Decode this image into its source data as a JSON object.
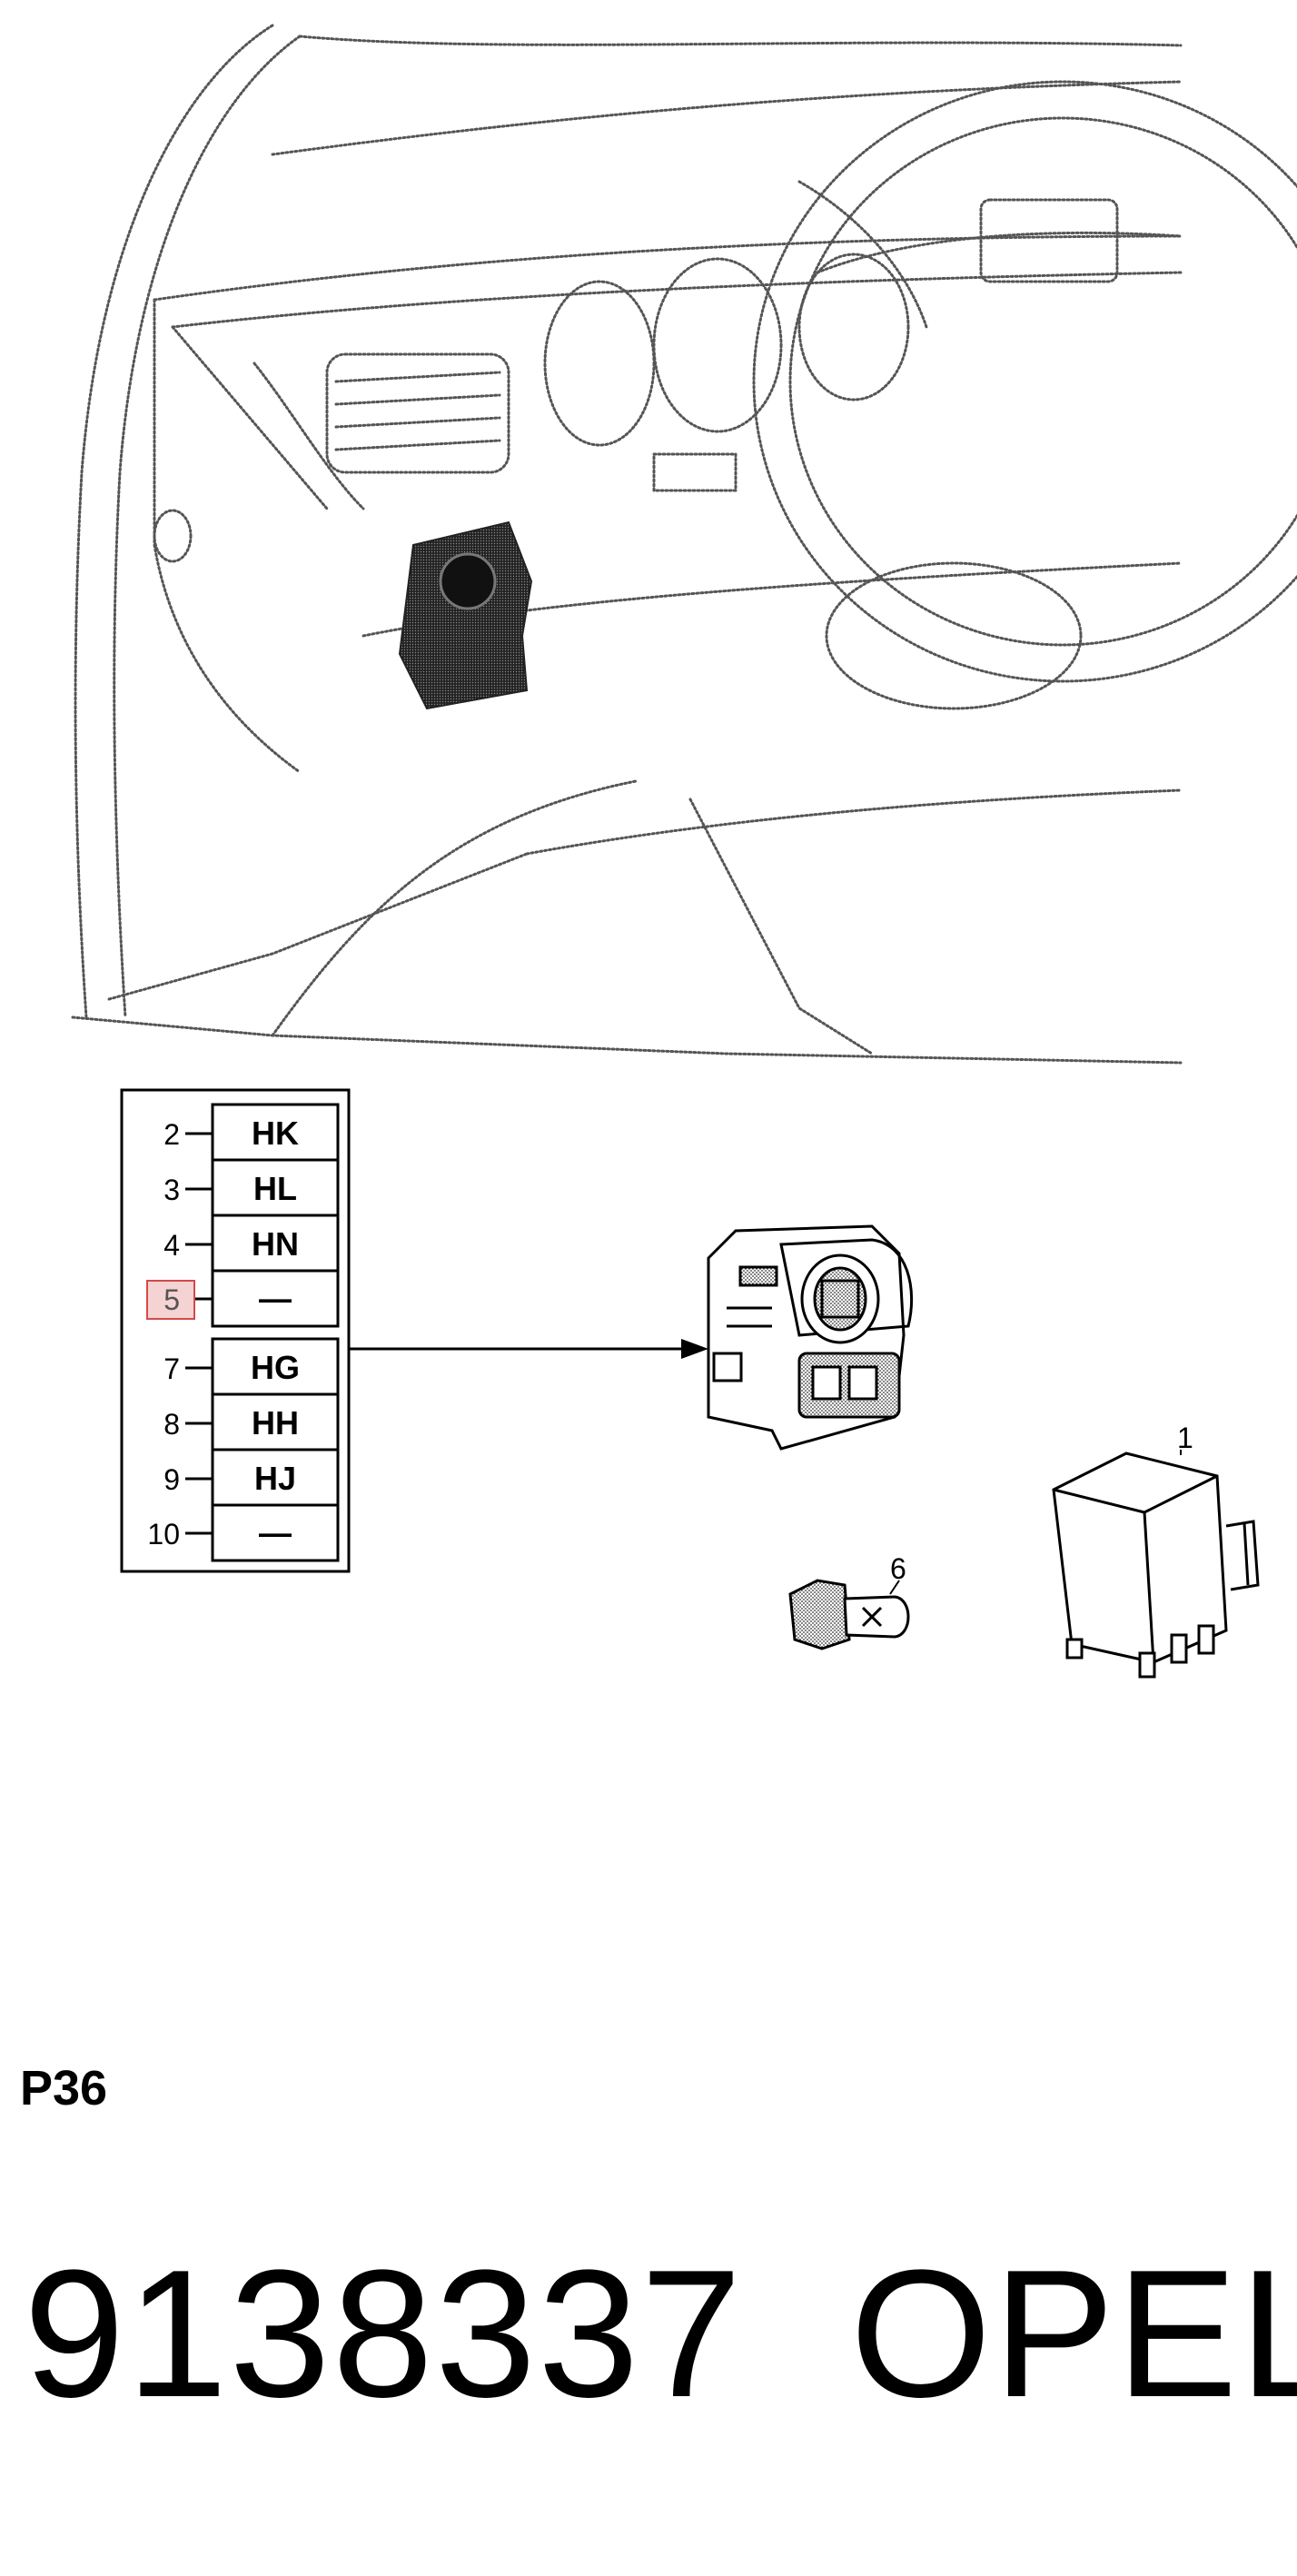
{
  "connector_table": {
    "rows": [
      {
        "pin": "2",
        "code": "HK",
        "highlighted": false
      },
      {
        "pin": "3",
        "code": "HL",
        "highlighted": false
      },
      {
        "pin": "4",
        "code": "HN",
        "highlighted": false
      },
      {
        "pin": "5",
        "code": "—",
        "highlighted": true
      },
      {
        "pin": "7",
        "code": "HG",
        "highlighted": false
      },
      {
        "pin": "8",
        "code": "HH",
        "highlighted": false
      },
      {
        "pin": "9",
        "code": "HJ",
        "highlighted": false
      },
      {
        "pin": "10",
        "code": "—",
        "highlighted": false
      }
    ],
    "highlight_color": "#f2c4c4",
    "highlight_border": "#d24a4a"
  },
  "callouts": {
    "relay": "1",
    "bulb": "6"
  },
  "page_code": "P36",
  "part_number": "9138337",
  "brand": "OPEL"
}
